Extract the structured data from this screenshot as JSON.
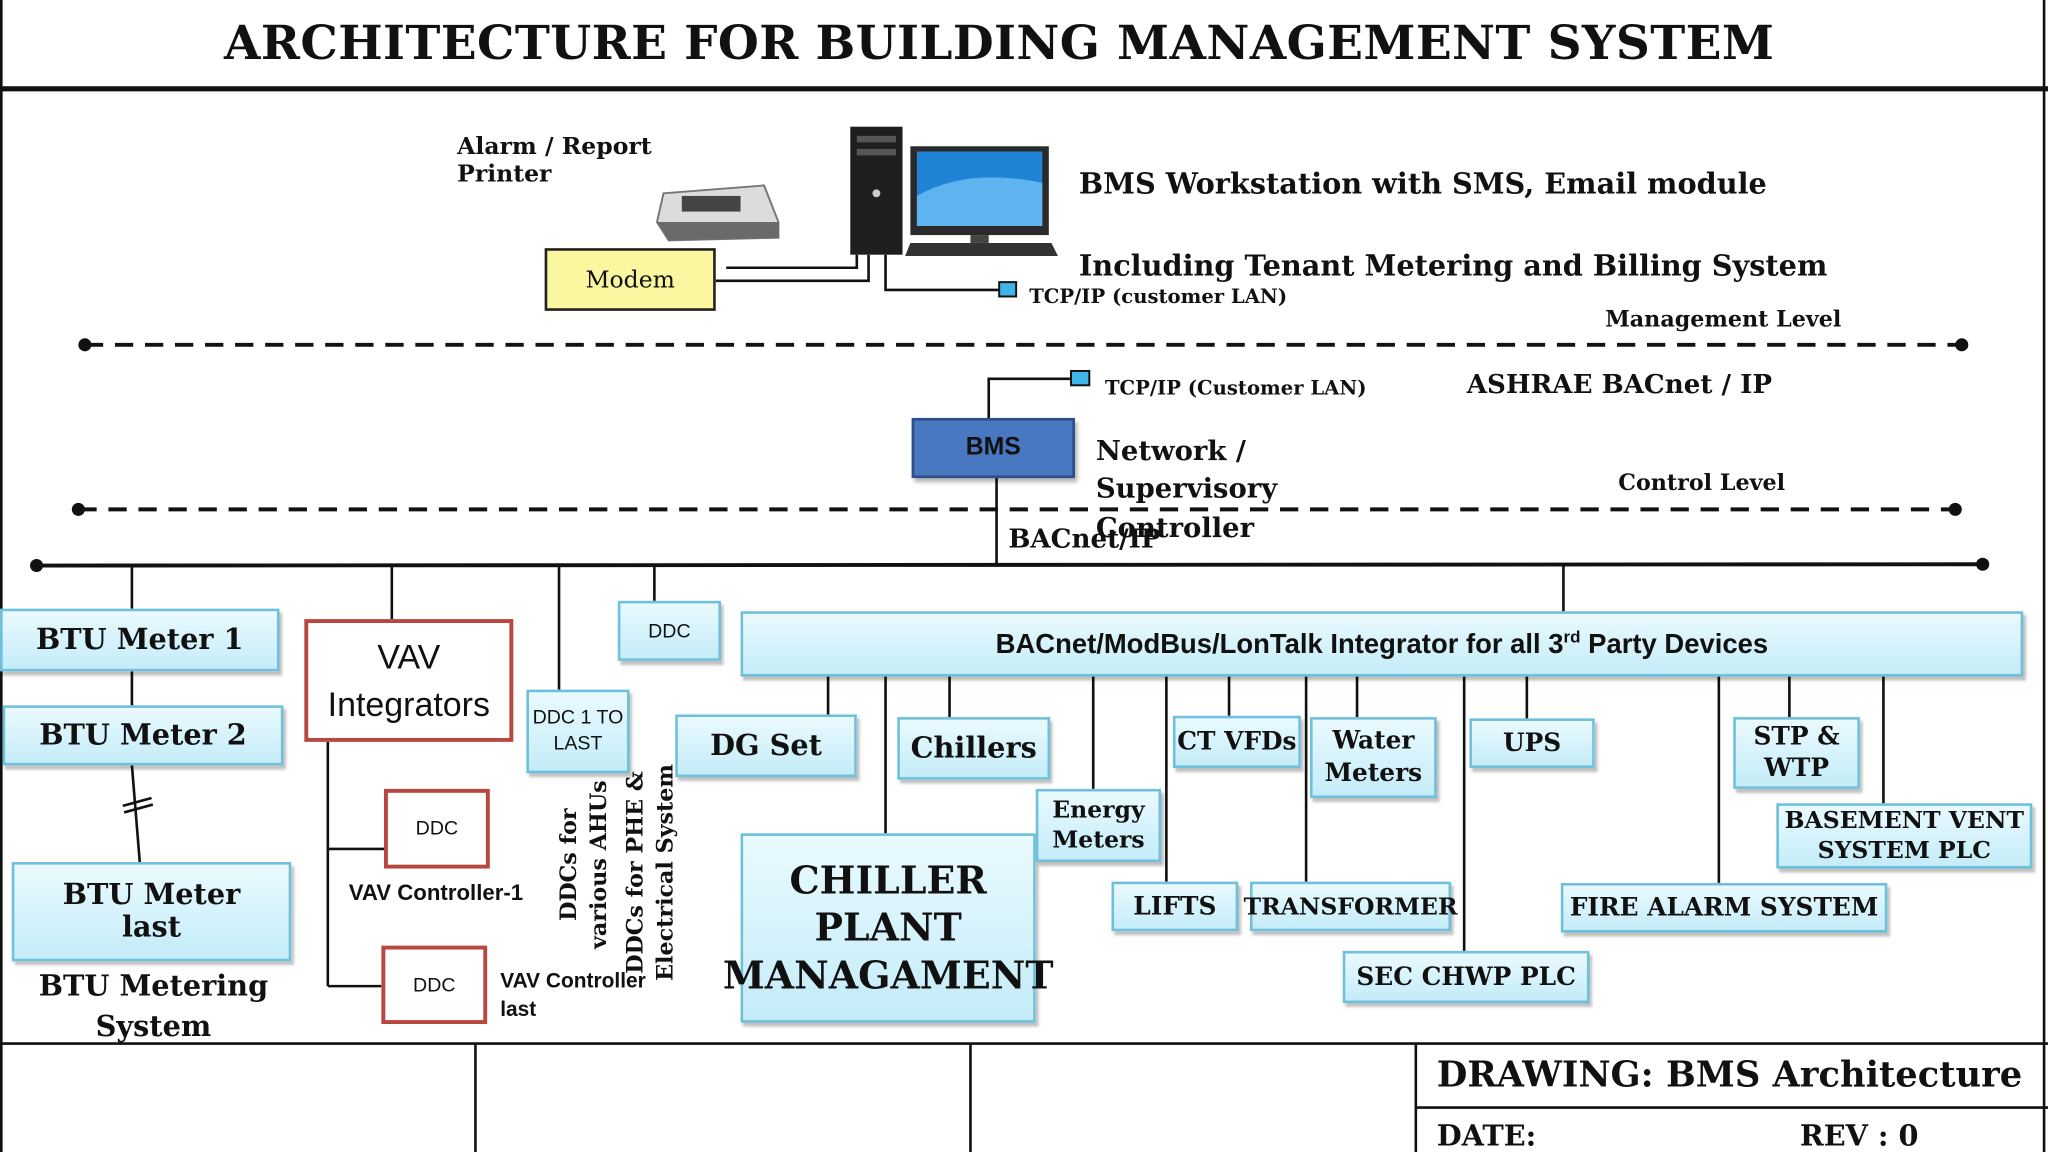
{
  "title": "ARCHITECTURE FOR BUILDING MANAGEMENT SYSTEM",
  "management": {
    "printer_label": "Alarm / Report Printer",
    "modem": "Modem",
    "workstation_line1": "BMS Workstation  with SMS, Email module",
    "workstation_line2": "Including Tenant Metering and Billing System",
    "tcpip_top": "TCP/IP (customer LAN)",
    "level": "Management Level"
  },
  "control": {
    "tcpip": "TCP/IP (Customer LAN)",
    "protocol": "ASHRAE BACnet / IP",
    "bms": "BMS",
    "controller": "Network / Supervisory Controller",
    "level": "Control Level",
    "bus": "BACnet/IP"
  },
  "btu": {
    "meter1": "BTU Meter 1",
    "meter2": "BTU Meter 2",
    "meter_last": "BTU Meter last",
    "system": "BTU Metering System"
  },
  "vav": {
    "integrators": "VAV Integrators",
    "ddc": "DDC",
    "controller1": "VAV Controller-1",
    "controller_last": "VAV Controller last"
  },
  "ddc": {
    "top": "DDC",
    "range": "DDC 1 TO LAST",
    "ahu_label": "DDCs for various AHUs",
    "phe_label": "DDCs for  PHE & Electrical System"
  },
  "integrator": {
    "label_pre": "BACnet/ModBus/LonTalk Integrator for all 3",
    "label_sup": "rd",
    "label_post": " Party Devices"
  },
  "devices": {
    "dg_set": "DG Set",
    "chillers": "Chillers",
    "chiller_plant": "CHILLER PLANT MANAGAMENT",
    "energy_meters": "Energy Meters",
    "ct_vfds": "CT VFDs",
    "water_meters": "Water Meters",
    "ups": "UPS",
    "stp_wtp": "STP & WTP",
    "basement": "BASEMENT VENT SYSTEM PLC",
    "lifts": "LIFTS",
    "transformer": "TRANSFORMER",
    "fire_alarm": "FIRE ALARM SYSTEM",
    "sec_chwp": "SEC CHWP PLC"
  },
  "footer": {
    "drawing": "DRAWING: BMS Architecture",
    "date": "DATE:",
    "rev": "REV : 0"
  },
  "colors": {
    "bms_blue": "#4a78c0",
    "modem_yellow": "#fbf6a0",
    "cyan_fill": "#c4ecf8",
    "cyan_border": "#6fc0dc",
    "ddc_red": "#b8483f"
  }
}
